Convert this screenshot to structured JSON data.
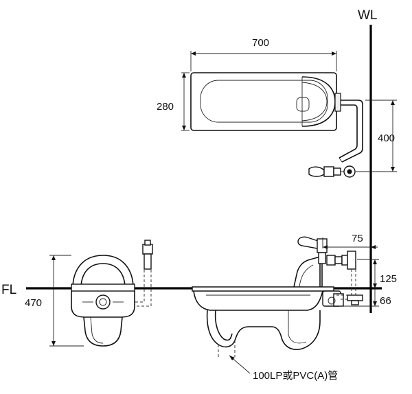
{
  "labels": {
    "wall": "WL",
    "floor": "FL",
    "pipe_note": "100LP或PVC(A)管"
  },
  "dimensions": {
    "tank_width": "700",
    "tank_height": "280",
    "tank_to_valve": "400",
    "valve_offset": "75",
    "inlet_height": "125",
    "outlet_height": "66",
    "bowl_depth": "470"
  },
  "colors": {
    "line": "#111111",
    "background": "#ffffff"
  }
}
